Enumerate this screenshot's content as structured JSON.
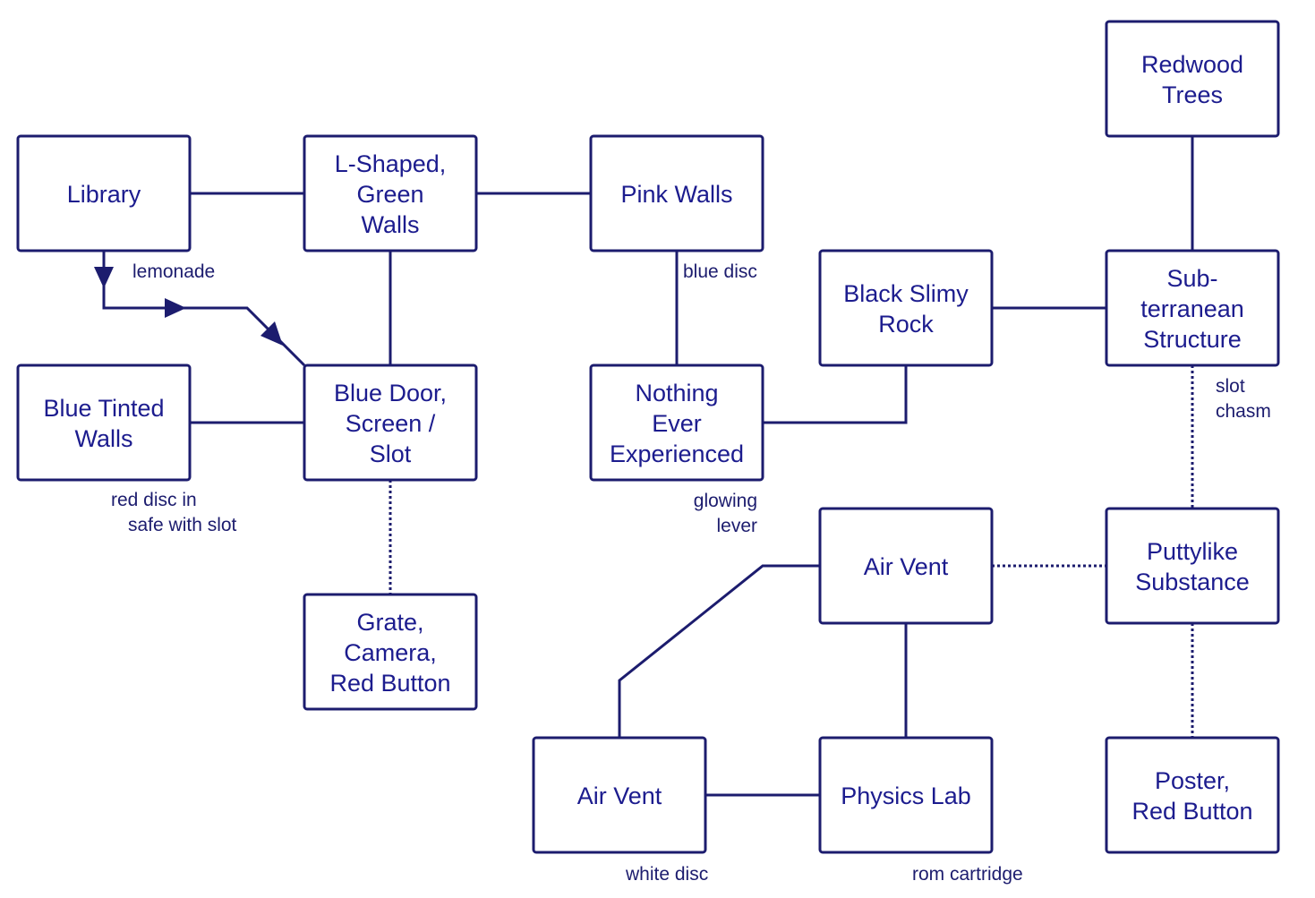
{
  "colors": {
    "line": "#1c1c6e",
    "text": "#1c1c8e",
    "background": "#ffffff"
  },
  "rooms": {
    "library": [
      "Library"
    ],
    "l_shaped": [
      "L-Shaped,",
      "Green",
      "Walls"
    ],
    "pink_walls": [
      "Pink Walls"
    ],
    "redwood": [
      "Redwood",
      "Trees"
    ],
    "black_slimy": [
      "Black Slimy",
      "Rock"
    ],
    "subterranean": [
      "Sub-",
      "terranean",
      "Structure"
    ],
    "blue_tinted": [
      "Blue Tinted",
      "Walls"
    ],
    "blue_door": [
      "Blue Door,",
      "Screen /",
      "Slot"
    ],
    "nothing_ever": [
      "Nothing",
      "Ever",
      "Experienced"
    ],
    "air_vent_top": [
      "Air Vent"
    ],
    "puttylike": [
      "Puttylike",
      "Substance"
    ],
    "grate": [
      "Grate,",
      "Camera,",
      "Red Button"
    ],
    "air_vent_bottom": [
      "Air Vent"
    ],
    "physics_lab": [
      "Physics Lab"
    ],
    "poster": [
      "Poster,",
      "Red Button"
    ]
  },
  "labels": {
    "lemonade": "lemonade",
    "blue_disc": "blue disc",
    "slot": "slot",
    "chasm": "chasm",
    "red_disc_1": "red disc in",
    "red_disc_2": "safe with slot",
    "glowing": "glowing",
    "lever": "lever",
    "white_disc": "white disc",
    "rom_cartridge": "rom cartridge"
  }
}
